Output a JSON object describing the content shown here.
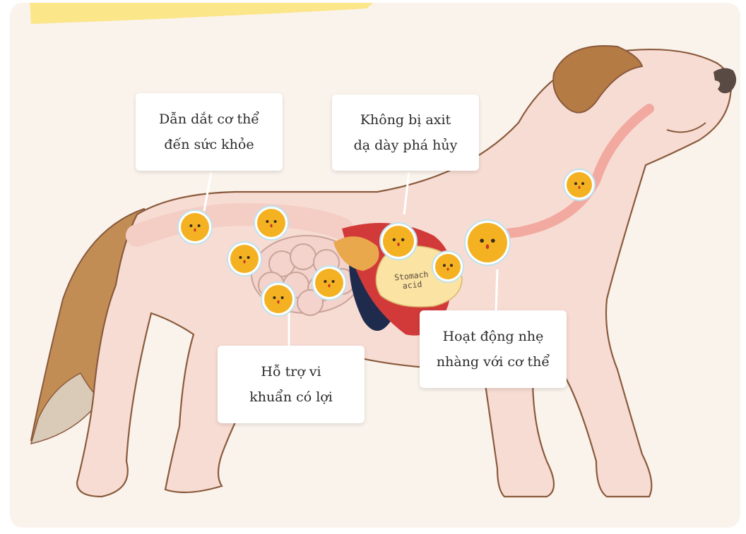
{
  "callouts": {
    "guide": {
      "line1": "Dẫn dắt cơ thể",
      "line2": "đến sức khỏe"
    },
    "acid": {
      "line1": "Không bị axit",
      "line2": "dạ dày phá hủy"
    },
    "gentle": {
      "line1": "Hoạt động nhẹ",
      "line2": "nhàng với cơ thể"
    },
    "bacteria": {
      "line1": "Hỗ trợ vi",
      "line2": "khuẩn có lợi"
    }
  },
  "stomach": {
    "line1": "Stomach",
    "line2": "acid"
  },
  "colors": {
    "background": "#faf3ec",
    "dog_body": "#f7dcd3",
    "dog_outline": "#8a5a3c",
    "fur": "#c9955a",
    "ear": "#b57b45",
    "nose": "#5a4a44",
    "intestine": "#f2c8bf",
    "organ_red": "#d23a3a",
    "organ_navy": "#1f2b4d",
    "stomach": "#fbe3a3",
    "probiotic": "#f4b223",
    "highlight": "#fbe68a"
  },
  "icons": [
    "probiotic-character-icon"
  ]
}
